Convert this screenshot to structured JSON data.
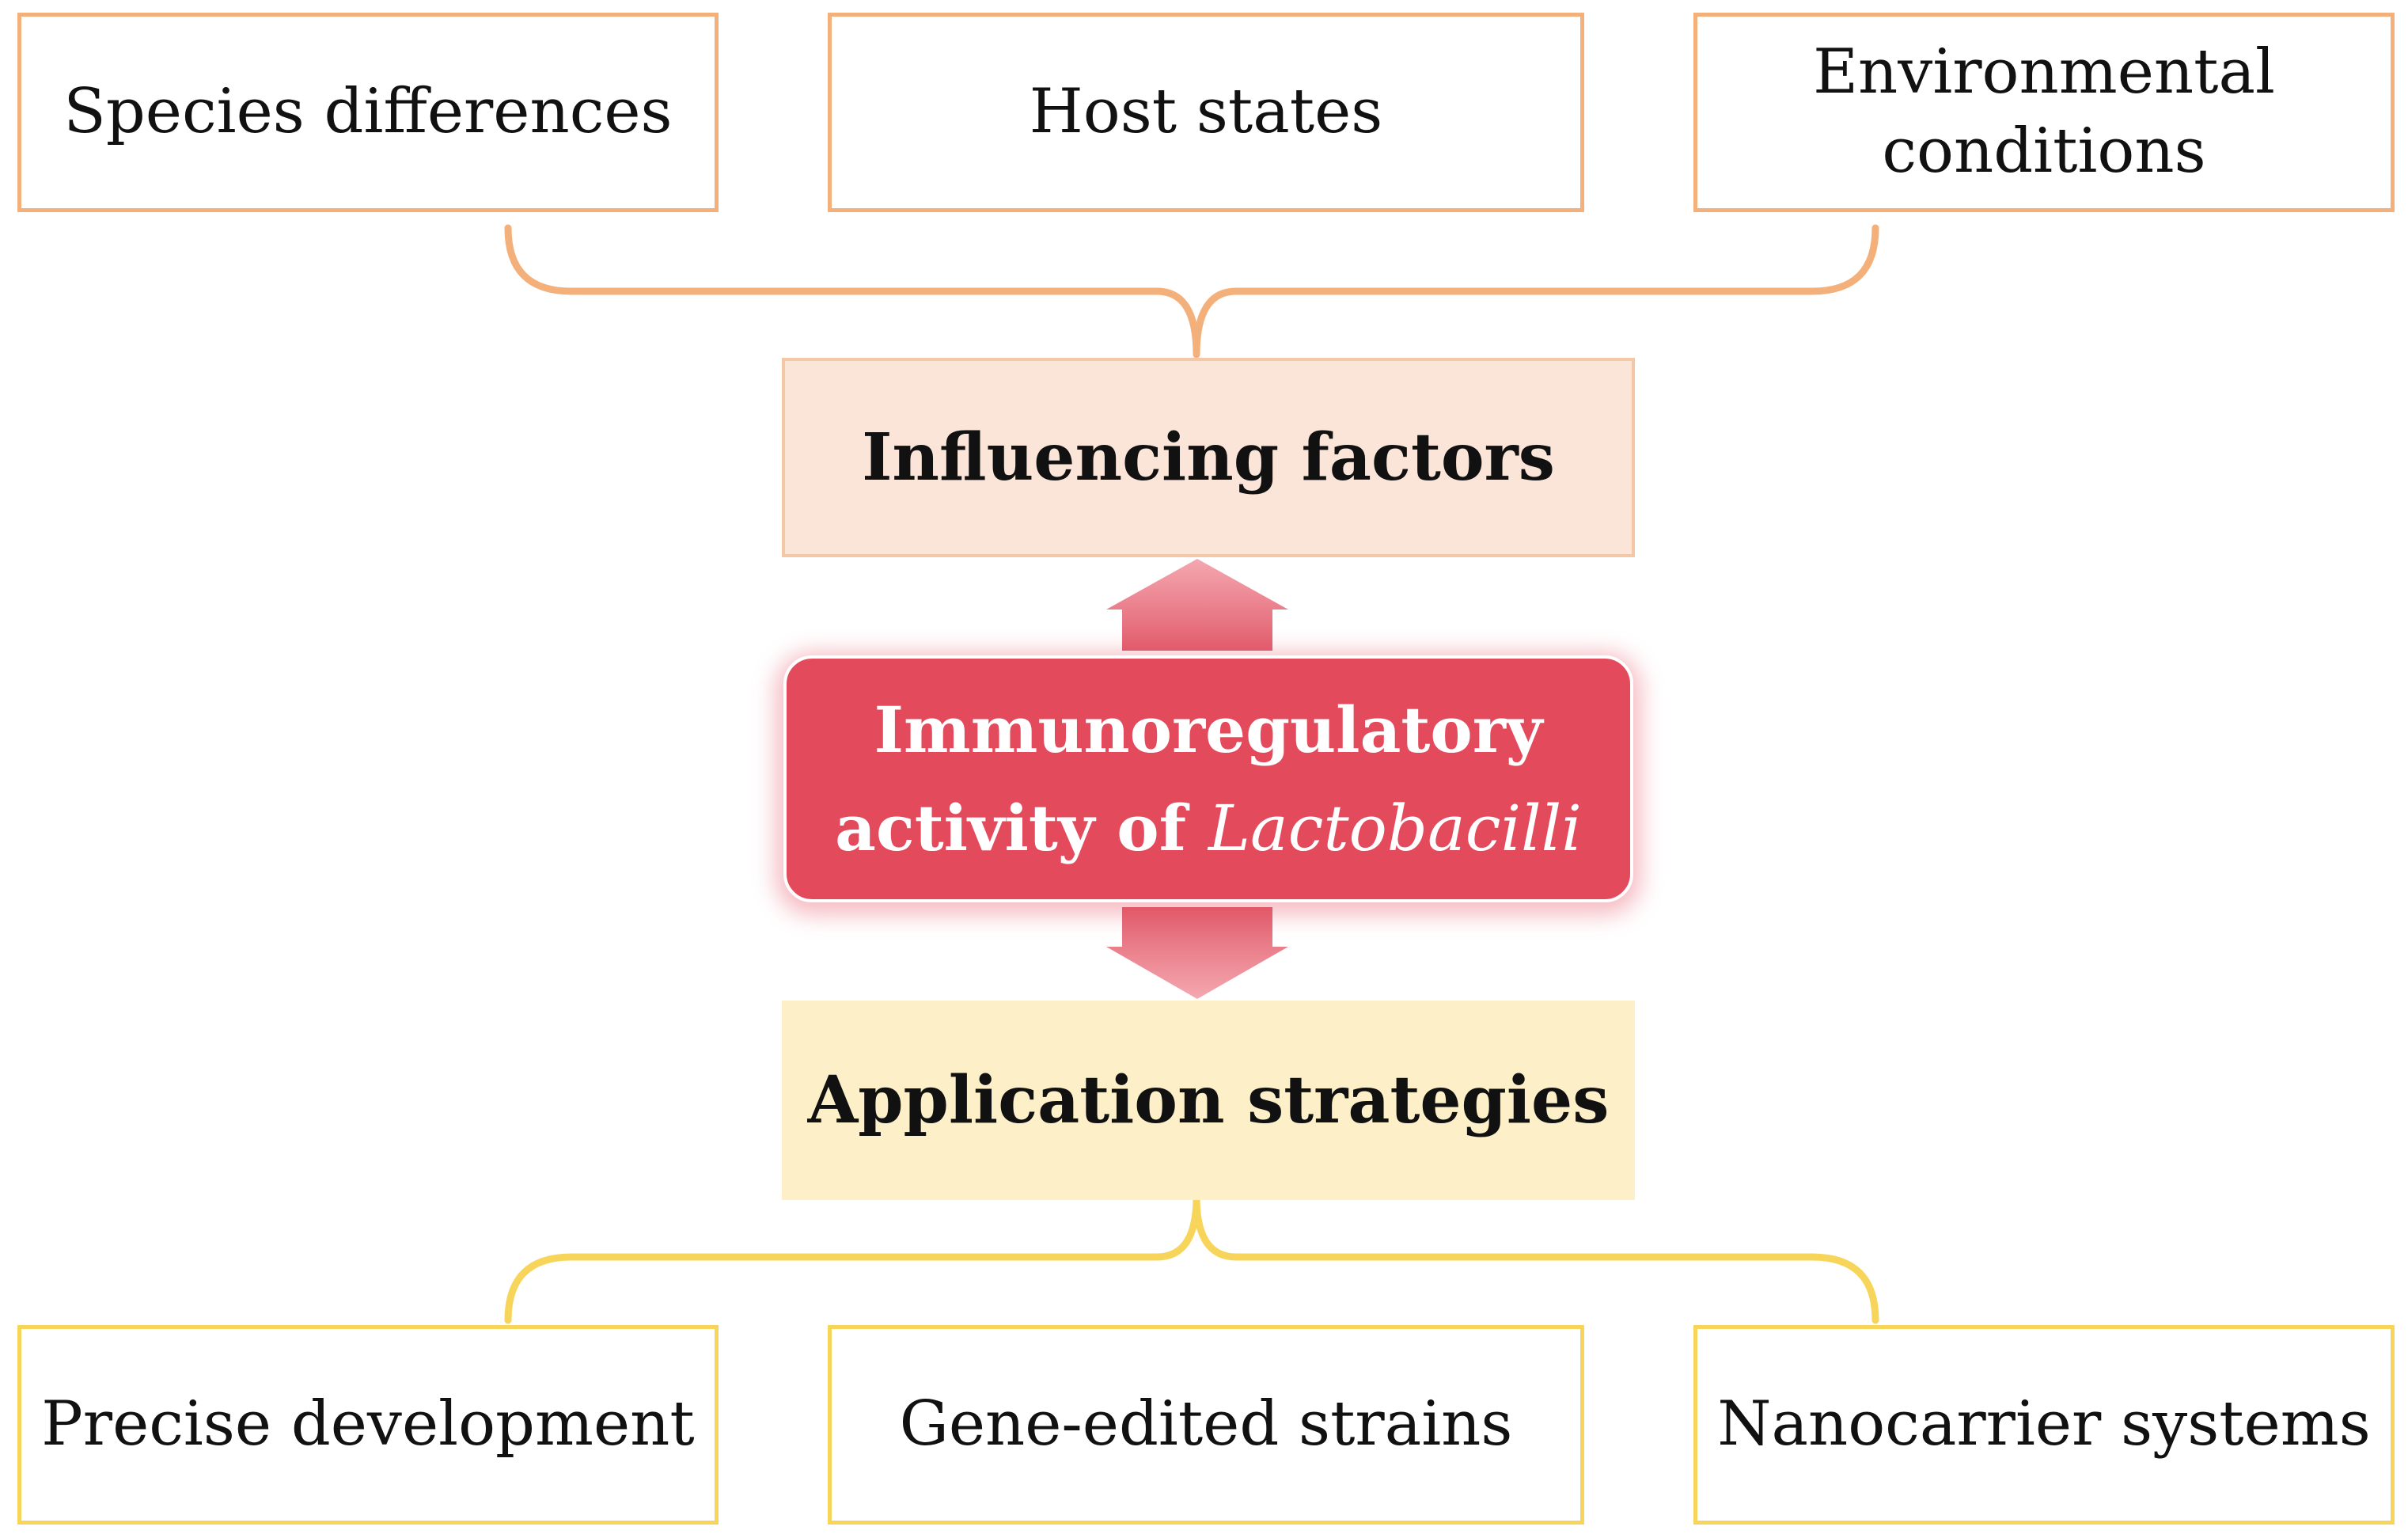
{
  "influencing_factors": {
    "title": "Influencing factors",
    "items": [
      "Species differences",
      "Host states",
      "Environmental conditions"
    ]
  },
  "center": {
    "line1": "Immunoregulatory",
    "line2_prefix": "activity of",
    "line2_genus": "Lactobacilli"
  },
  "application_strategies": {
    "title": "Application strategies",
    "items": [
      "Precise development",
      "Gene-edited strains",
      "Nanocarrier systems"
    ]
  },
  "colors": {
    "factor_accent": "#f4b07a",
    "factor_fill": "#fbe5d8",
    "strategy_accent": "#f7d55a",
    "strategy_fill": "#fdf0c9",
    "center_fill": "#e34b5c",
    "arrow": "#ee8a96"
  }
}
